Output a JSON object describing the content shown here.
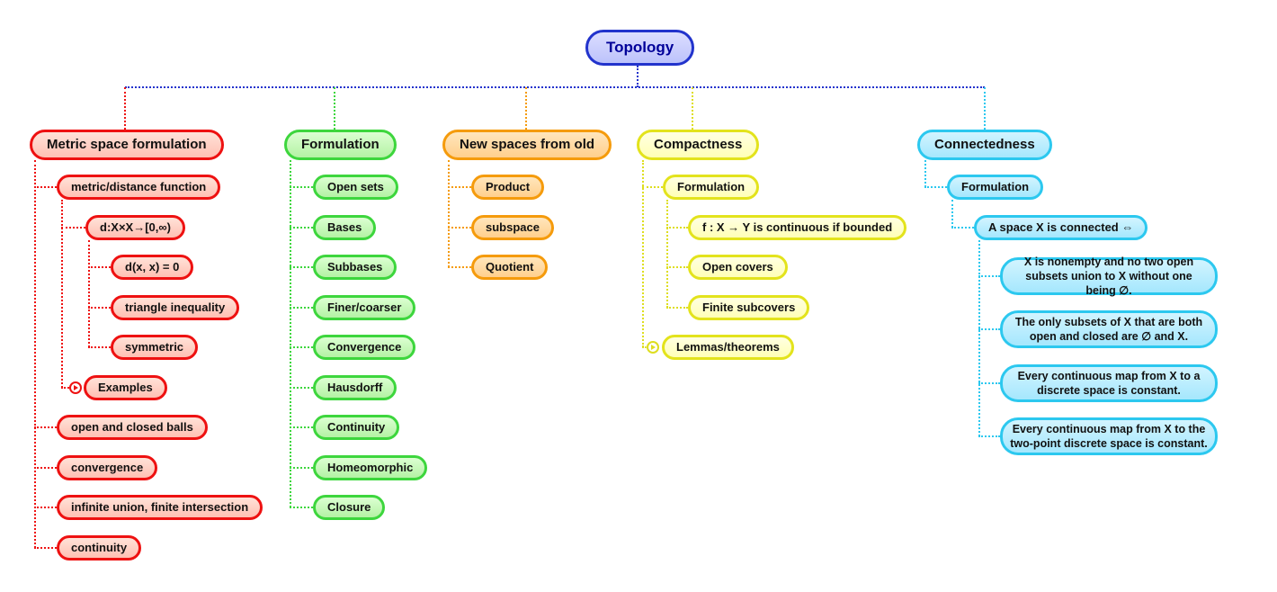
{
  "root": {
    "label": "Topology"
  },
  "branches": {
    "metric_space": {
      "title": "Metric space formulation",
      "color": "#ee1111",
      "children": {
        "metric_distance_function": "metric/distance function",
        "d_function": "d:X×X→[0,∞)",
        "d_xx_zero": "d(x, x) = 0",
        "triangle_inequality": "triangle inequality",
        "symmetric": "symmetric",
        "examples": "Examples",
        "open_closed_balls": "open and closed balls",
        "convergence": "convergence",
        "infinite_union": "infinite union, finite intersection",
        "continuity": "continuity"
      }
    },
    "formulation": {
      "title": "Formulation",
      "color": "#3dd63d",
      "children": {
        "open_sets": "Open sets",
        "bases": "Bases",
        "subbases": "Subbases",
        "finer_coarser": "Finer/coarser",
        "convergence": "Convergence",
        "hausdorff": "Hausdorff",
        "continuity": "Continuity",
        "homeomorphic": "Homeomorphic",
        "closure": "Closure"
      }
    },
    "new_spaces": {
      "title": "New spaces from old",
      "color": "#f59b0c",
      "children": {
        "product": "Product",
        "subspace": "subspace",
        "quotient": "Quotient"
      }
    },
    "compactness": {
      "title": "Compactness",
      "color": "#e3e31c",
      "children": {
        "formulation": "Formulation",
        "bounded": "f : X → Y is continuous if bounded",
        "open_covers": "Open covers",
        "finite_subcovers": "Finite subcovers",
        "lemmas_theorems": "Lemmas/theorems"
      }
    },
    "connectedness": {
      "title": "Connectedness",
      "color": "#2cc8ef",
      "children": {
        "formulation": "Formulation",
        "connected_iff": "A space X is connected ⇔",
        "nonempty_union": "X is nonempty and no two open subsets union to X without one being ∅.",
        "open_and_closed": "The only subsets of X that are both open and closed are ∅ and X.",
        "discrete_constant": "Every continuous map from X to a discrete space is constant.",
        "two_point_constant": "Every continuous map from X to the two-point discrete space is constant."
      }
    }
  },
  "palette": {
    "root_border": "#2233cc",
    "root_fill": "#ccccff",
    "root_text": "#000099",
    "top_connector": "#2233cc"
  }
}
